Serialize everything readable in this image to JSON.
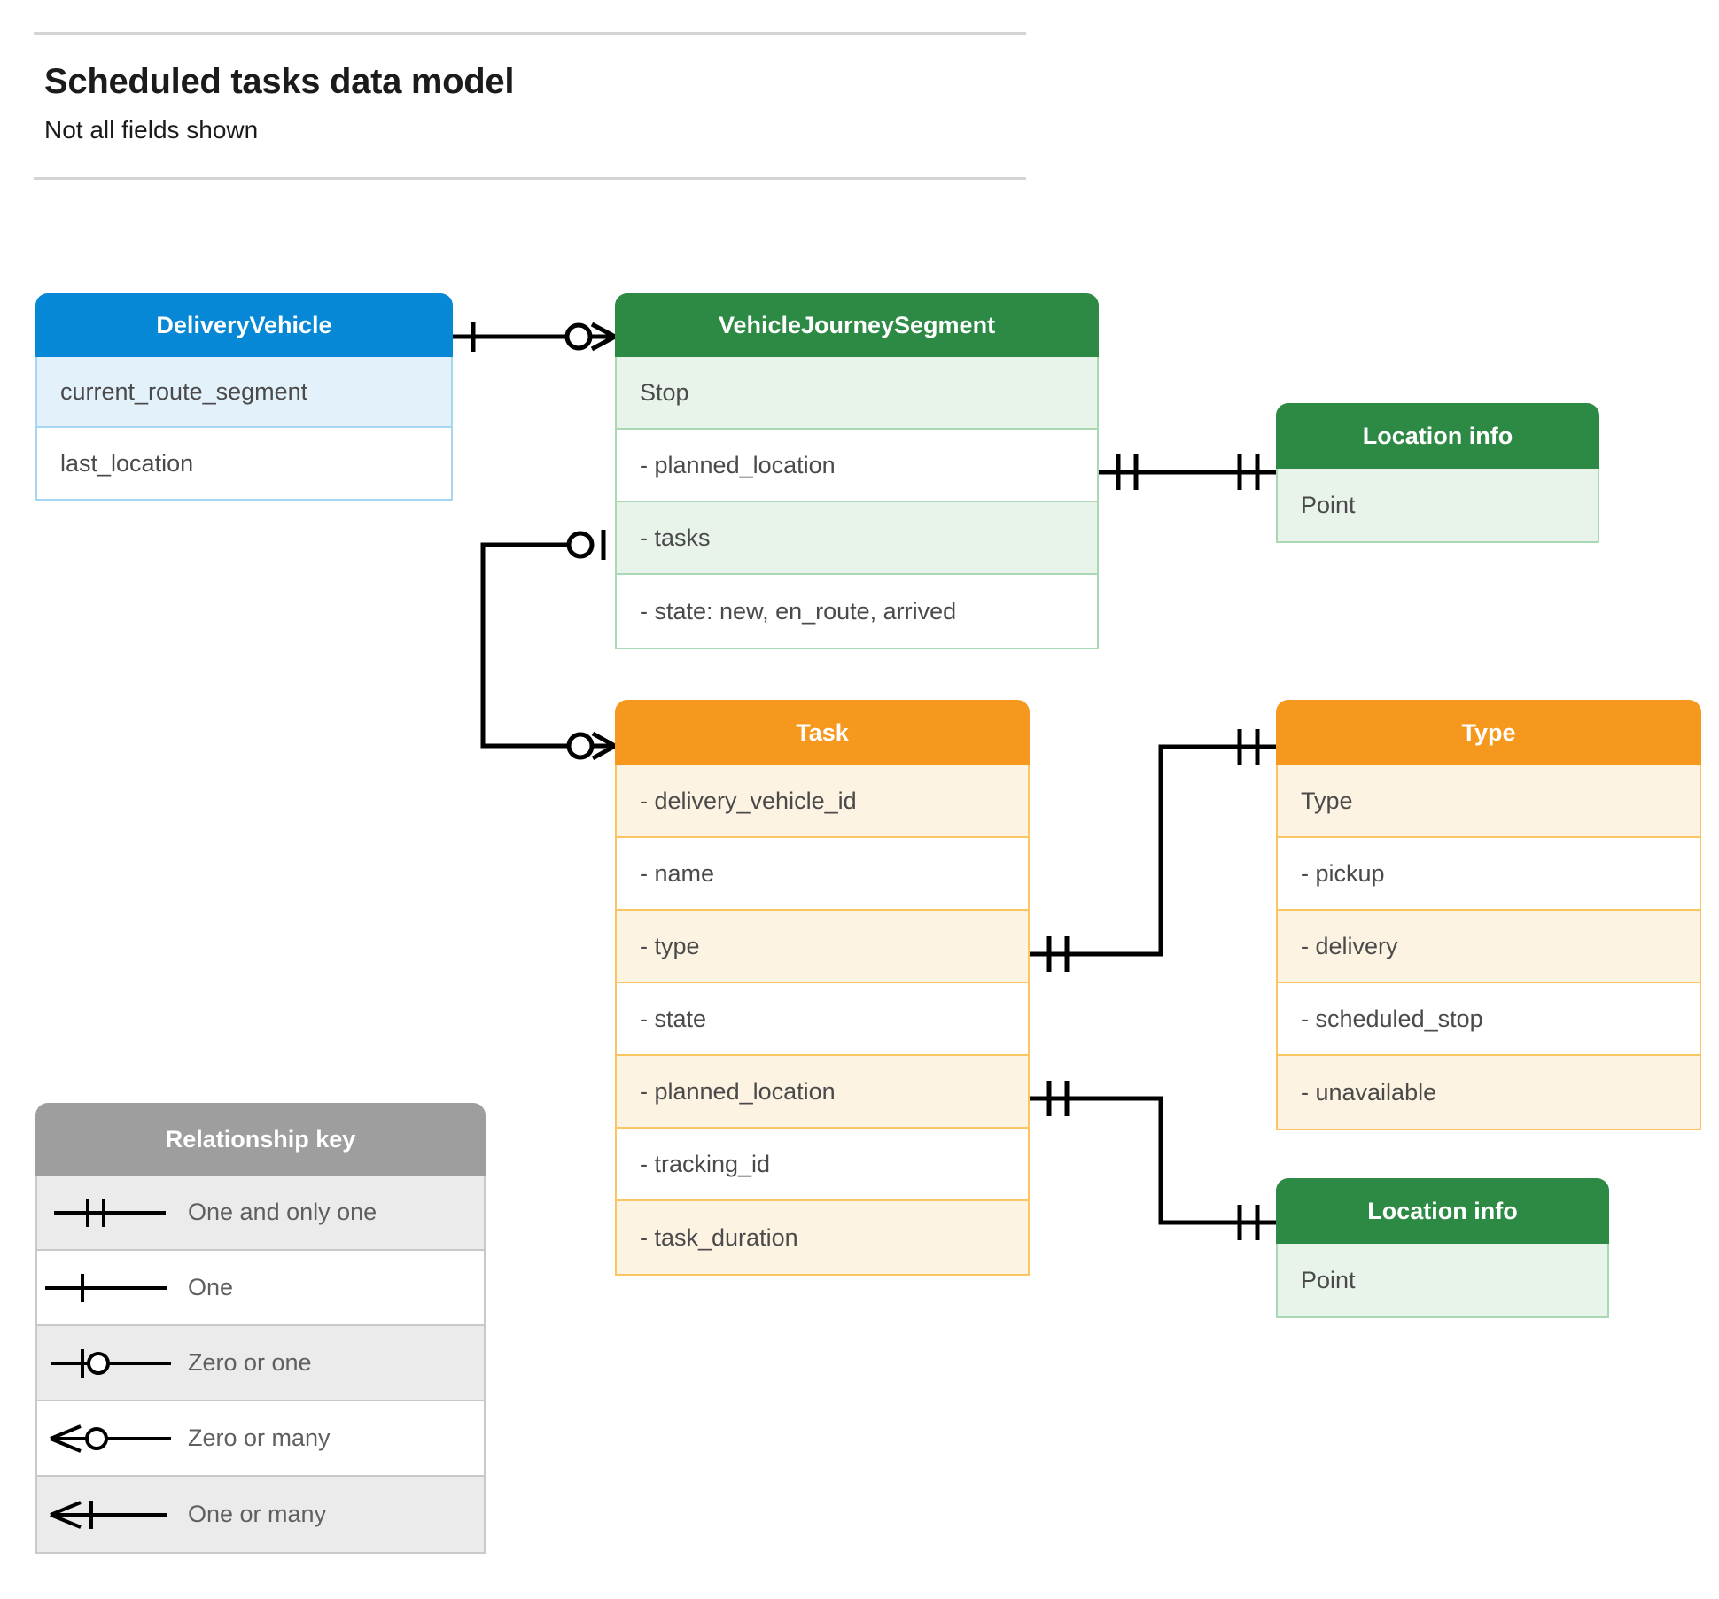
{
  "header": {
    "title": "Scheduled tasks data model",
    "subtitle": "Not all fields shown"
  },
  "colors": {
    "blue_header": "#0688d6",
    "blue_row_tint": "#e3f1fb",
    "blue_border": "#a5d6f4",
    "green_header": "#2d8a45",
    "green_row_tint": "#e8f3ea",
    "green_border": "#a9d8b5",
    "orange_header": "#f5981d",
    "orange_row_tint": "#fdf3e2",
    "orange_border": "#fbc661",
    "grey_header": "#9e9e9e",
    "grey_row_tint": "#ebebeb",
    "grey_border": "#c9c9c9",
    "connector": "#000000",
    "text": "#4a4a4a",
    "title_text": "#1b1b1b"
  },
  "entities": {
    "delivery_vehicle": {
      "title": "DeliveryVehicle",
      "rows": [
        "current_route_segment",
        "last_location"
      ]
    },
    "vehicle_journey_segment": {
      "title": "VehicleJourneySegment",
      "rows": [
        "Stop",
        "-  planned_location",
        "- tasks",
        "- state: new, en_route, arrived"
      ]
    },
    "location_info_top": {
      "title": "Location info",
      "rows": [
        "Point"
      ]
    },
    "task": {
      "title": "Task",
      "rows": [
        "- delivery_vehicle_id",
        "- name",
        "- type",
        "- state",
        "- planned_location",
        "- tracking_id",
        "- task_duration"
      ]
    },
    "type": {
      "title": "Type",
      "rows": [
        "Type",
        "-   pickup",
        "-   delivery",
        "-   scheduled_stop",
        "-   unavailable"
      ]
    },
    "location_info_bottom": {
      "title": "Location info",
      "rows": [
        "Point"
      ]
    }
  },
  "legend": {
    "title": "Relationship key",
    "items": [
      {
        "symbol": "one-and-only-one",
        "label": "One and only one"
      },
      {
        "symbol": "one",
        "label": "One"
      },
      {
        "symbol": "zero-or-one",
        "label": "Zero or one"
      },
      {
        "symbol": "zero-or-many",
        "label": "Zero or many"
      },
      {
        "symbol": "one-or-many",
        "label": "One or many"
      }
    ]
  },
  "relationships": [
    {
      "name": "delivery-vehicle-to-vehicle-journey-segment",
      "from": "DeliveryVehicle",
      "from_cardinality": "one",
      "to": "VehicleJourneySegment",
      "to_cardinality": "zero-or-many"
    },
    {
      "name": "vehicle-journey-segment-planned-location-to-location-info",
      "from": "VehicleJourneySegment.planned_location",
      "from_cardinality": "one-and-only-one",
      "to": "Location info",
      "to_cardinality": "one-and-only-one"
    },
    {
      "name": "vehicle-journey-segment-tasks-to-task",
      "from": "VehicleJourneySegment.tasks",
      "from_cardinality": "zero-or-one",
      "to": "Task",
      "to_cardinality": "zero-or-many"
    },
    {
      "name": "task-type-to-type",
      "from": "Task.type",
      "from_cardinality": "one-and-only-one",
      "to": "Type",
      "to_cardinality": "one-and-only-one"
    },
    {
      "name": "task-planned-location-to-location-info",
      "from": "Task.planned_location",
      "from_cardinality": "one-and-only-one",
      "to": "Location info",
      "to_cardinality": "one-and-only-one"
    }
  ]
}
